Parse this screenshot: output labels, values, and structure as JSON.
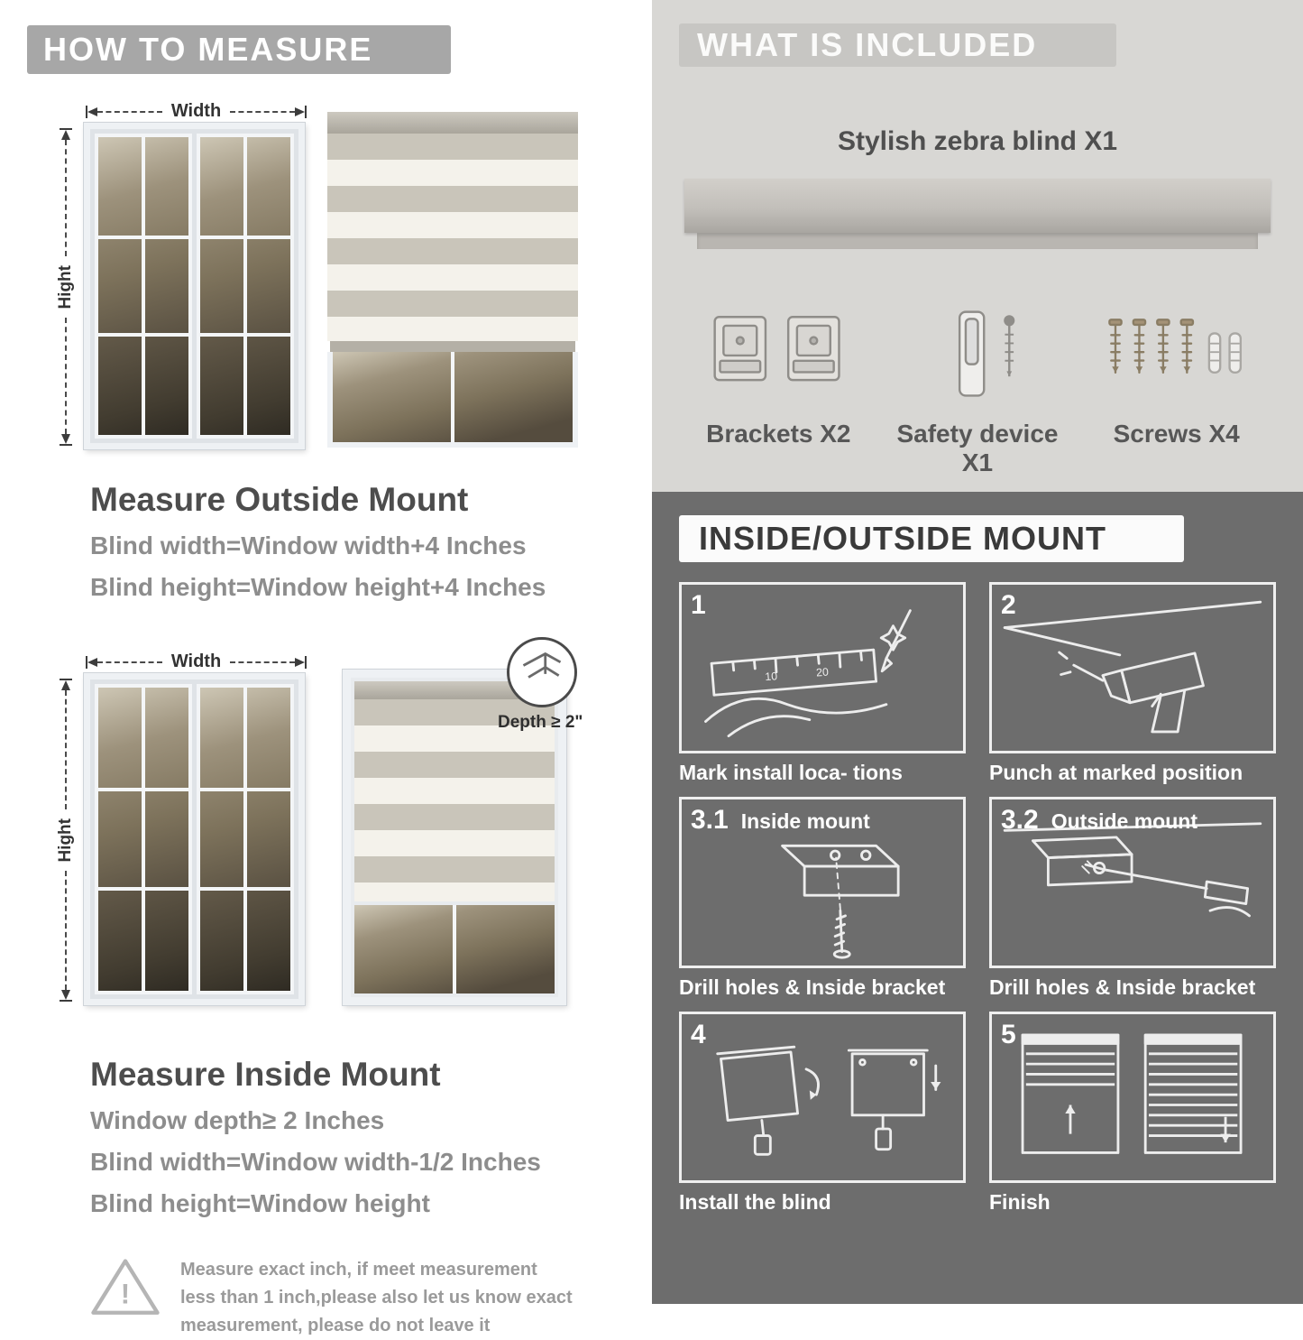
{
  "left": {
    "header": "HOW TO MEASURE",
    "outside": {
      "width_label": "Width",
      "height_label": "Hight",
      "title": "Measure Outside Mount",
      "line1": "Blind width=Window width+4 Inches",
      "line2": "Blind height=Window height+4 Inches"
    },
    "inside": {
      "width_label": "Width",
      "height_label": "Hight",
      "depth_label": "Depth ≥ 2\"",
      "title": "Measure Inside Mount",
      "line1": "Window depth≥ 2 Inches",
      "line2": "Blind width=Window width-1/2 Inches",
      "line3": "Blind height=Window height"
    },
    "warning": "Measure exact inch, if meet measurement less than 1 inch,please also let us know exact measurement, please do not leave it"
  },
  "right": {
    "included": {
      "header": "WHAT IS INCLUDED",
      "blind_label": "Stylish zebra blind X1",
      "items": [
        {
          "label": "Brackets X2"
        },
        {
          "label": "Safety device X1"
        },
        {
          "label": "Screws X4"
        }
      ]
    },
    "mount": {
      "header": "INSIDE/OUTSIDE MOUNT",
      "steps": [
        {
          "num": "1",
          "title": "",
          "caption": "Mark install loca- tions"
        },
        {
          "num": "2",
          "title": "",
          "caption": "Punch at  marked position"
        },
        {
          "num": "3.1",
          "title": "Inside mount",
          "caption": "Drill holes &  Inside bracket"
        },
        {
          "num": "3.2",
          "title": "Outside mount",
          "caption": "Drill holes &  Inside bracket"
        },
        {
          "num": "4",
          "title": "",
          "caption": "Install the blind"
        },
        {
          "num": "5",
          "title": "",
          "caption": "Finish"
        }
      ]
    }
  },
  "colors": {
    "header_gray": "#a7a7a7",
    "included_bg": "#d8d7d4",
    "mount_bg": "#6d6d6d",
    "title_dark": "#4d4d4d",
    "text_gray": "#8d8d8d"
  }
}
